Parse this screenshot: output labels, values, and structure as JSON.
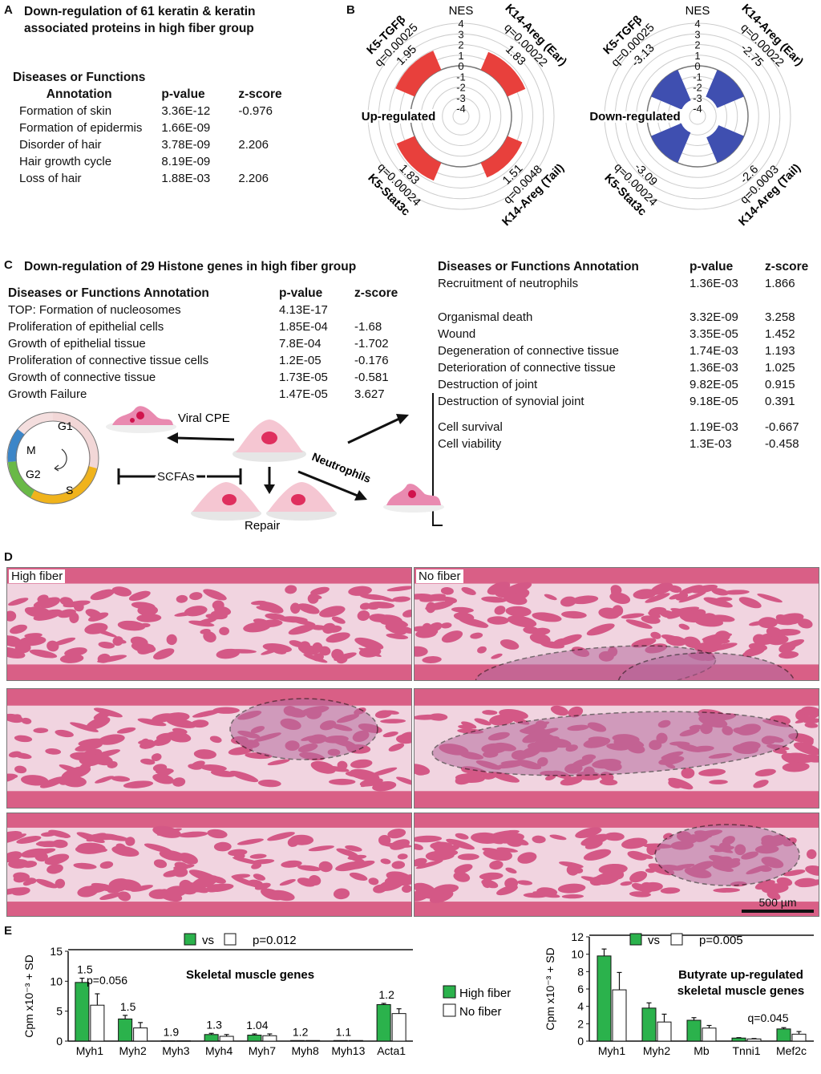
{
  "panel_a": {
    "label": "A",
    "title_line1": "Down-regulation of 61 keratin & keratin",
    "title_line2": "associated proteins in high fiber group",
    "header": {
      "annotation_line1": "Diseases or Functions",
      "annotation_line2": "Annotation",
      "pvalue": "p-value",
      "zscore": "z-score"
    },
    "rows": [
      {
        "name": "Formation of skin",
        "p": "3.36E-12",
        "z": "-0.976"
      },
      {
        "name": "Formation of epidermis",
        "p": "1.66E-09",
        "z": ""
      },
      {
        "name": "Disorder of hair",
        "p": "3.78E-09",
        "z": "2.206"
      },
      {
        "name": "Hair growth cycle",
        "p": "8.19E-09",
        "z": ""
      },
      {
        "name": "Loss of hair",
        "p": "1.88E-03",
        "z": "2.206"
      }
    ]
  },
  "panel_b": {
    "label": "B",
    "radial_axis_label": "NES",
    "ticks": [
      "4",
      "3",
      "2",
      "1",
      "0",
      "-1",
      "-2",
      "-3",
      "-4"
    ],
    "up": {
      "title": "Up-regulated",
      "color": "#e8403c",
      "wedges": [
        {
          "name": "K5-TGFβ",
          "q": "q=0.00025",
          "nes": "1.95"
        },
        {
          "name": "K14-Areg (Ear)",
          "q": "q=0.00022",
          "nes": "1.83"
        },
        {
          "name": "K5-Stat3c",
          "q": "q=0.00024",
          "nes": "1.83"
        },
        {
          "name": "K14-Areg (Tail)",
          "q": "q=0.0048",
          "nes": "1.51"
        }
      ]
    },
    "down": {
      "title": "Down-regulated",
      "color": "#3f4fb0",
      "wedges": [
        {
          "name": "K5-TGFβ",
          "q": "q=0.00025",
          "nes": "-3.13"
        },
        {
          "name": "K14-Areg (Ear)",
          "q": "q=0.00022",
          "nes": "-2.75"
        },
        {
          "name": "K5-Stat3c",
          "q": "q=0.00024",
          "nes": "-3.09"
        },
        {
          "name": "K14-Areg (Tail)",
          "q": "q=0.0003",
          "nes": "-2.6"
        }
      ]
    }
  },
  "panel_c": {
    "label": "C",
    "title": "Down-regulation of 29 Histone genes in high fiber group",
    "header": {
      "annotation": "Diseases or Functions Annotation",
      "pvalue": "p-value",
      "zscore": "z-score"
    },
    "rows": [
      {
        "name": "TOP: Formation of nucleosomes",
        "p": "4.13E-17",
        "z": ""
      },
      {
        "name": "Proliferation of epithelial cells",
        "p": "1.85E-04",
        "z": "-1.68"
      },
      {
        "name": "Growth of epithelial tissue",
        "p": "7.8E-04",
        "z": "-1.702"
      },
      {
        "name": "Proliferation of connective tissue cells",
        "p": "1.2E-05",
        "z": "-0.176"
      },
      {
        "name": "Growth of connective tissue",
        "p": "1.73E-05",
        "z": "-0.581"
      },
      {
        "name": "Growth Failure",
        "p": "1.47E-05",
        "z": "3.627"
      }
    ],
    "right_header": {
      "annotation": "Diseases or Functions Annotation",
      "pvalue": "p-value",
      "zscore": "z-score"
    },
    "right_top": {
      "name": "Recruitment of neutrophils",
      "p": "1.36E-03",
      "z": "1.866"
    },
    "right_group1": [
      {
        "name": "Organismal death",
        "p": "3.32E-09",
        "z": "3.258"
      },
      {
        "name": "Wound",
        "p": "3.35E-05",
        "z": "1.452"
      },
      {
        "name": "Degeneration of connective tissue",
        "p": "1.74E-03",
        "z": "1.193"
      },
      {
        "name": "Deterioration of connective tissue",
        "p": "1.36E-03",
        "z": "1.025"
      },
      {
        "name": "Destruction of joint",
        "p": "9.82E-05",
        "z": "0.915"
      },
      {
        "name": "Destruction of synovial joint",
        "p": "9.18E-05",
        "z": "0.391"
      }
    ],
    "right_group2": [
      {
        "name": "Cell survival",
        "p": "1.19E-03",
        "z": "-0.667"
      },
      {
        "name": "Cell viability",
        "p": "1.3E-03",
        "z": "-0.458"
      }
    ],
    "diagram": {
      "viral_cpe": "Viral CPE",
      "scfas": "SCFAs",
      "repair": "Repair",
      "neutrophils": "Neutrophils",
      "phases": [
        "G1",
        "S",
        "G2",
        "M"
      ]
    }
  },
  "panel_d": {
    "label": "D",
    "high_fiber": "High fiber",
    "no_fiber": "No fiber",
    "scale_bar": "500 µm"
  },
  "panel_e": {
    "label": "E",
    "legend": {
      "high": "High fiber",
      "no": "No fiber"
    },
    "colors": {
      "high": "#2bb24c",
      "no": "#ffffff"
    },
    "chart_data": [
      {
        "type": "bar",
        "title": "Skeletal muscle genes",
        "ylabel": "Cpm x10⁻³ + SD",
        "ylim": [
          0,
          15
        ],
        "yticks": [
          "0",
          "5",
          "10",
          "15"
        ],
        "comparison": {
          "vs": "vs",
          "p": "p=0.012"
        },
        "categories": [
          "Myh1",
          "Myh2",
          "Myh3",
          "Myh4",
          "Myh7",
          "Myh8",
          "Myh13",
          "Acta1"
        ],
        "series": [
          {
            "name": "High fiber",
            "values": [
              9.8,
              3.7,
              0.05,
              1.1,
              1.0,
              0.1,
              0.1,
              6.1
            ],
            "sd": [
              0.7,
              0.6,
              0,
              0.2,
              0.2,
              0,
              0,
              0.2
            ]
          },
          {
            "name": "No fiber",
            "values": [
              6.0,
              2.2,
              0.05,
              0.8,
              0.9,
              0.1,
              0.1,
              4.6
            ],
            "sd": [
              1.9,
              0.9,
              0,
              0.3,
              0.3,
              0,
              0,
              0.8
            ]
          }
        ],
        "fold_labels": [
          "1.5",
          "1.5",
          "1.9",
          "1.3",
          "1.04",
          "1.2",
          "1.1",
          "1.2"
        ],
        "annotation": "p=0.056"
      },
      {
        "type": "bar",
        "title_line1": "Butyrate up-regulated",
        "title_line2": "skeletal muscle genes",
        "ylabel": "Cpm x10⁻³ + SD",
        "ylim": [
          0,
          12
        ],
        "yticks": [
          "0",
          "2",
          "4",
          "6",
          "8",
          "10",
          "12"
        ],
        "comparison": {
          "vs": "vs",
          "p": "p=0.005"
        },
        "categories": [
          "Myh1",
          "Myh2",
          "Mb",
          "Tnni1",
          "Mef2c"
        ],
        "series": [
          {
            "name": "High fiber",
            "values": [
              9.8,
              3.8,
              2.4,
              0.35,
              1.4
            ],
            "sd": [
              0.8,
              0.6,
              0.3,
              0.05,
              0.15
            ]
          },
          {
            "name": "No fiber",
            "values": [
              5.9,
              2.2,
              1.5,
              0.25,
              0.8
            ],
            "sd": [
              2.0,
              0.9,
              0.3,
              0.05,
              0.3
            ]
          }
        ],
        "annotation": "q=0.045"
      }
    ]
  }
}
